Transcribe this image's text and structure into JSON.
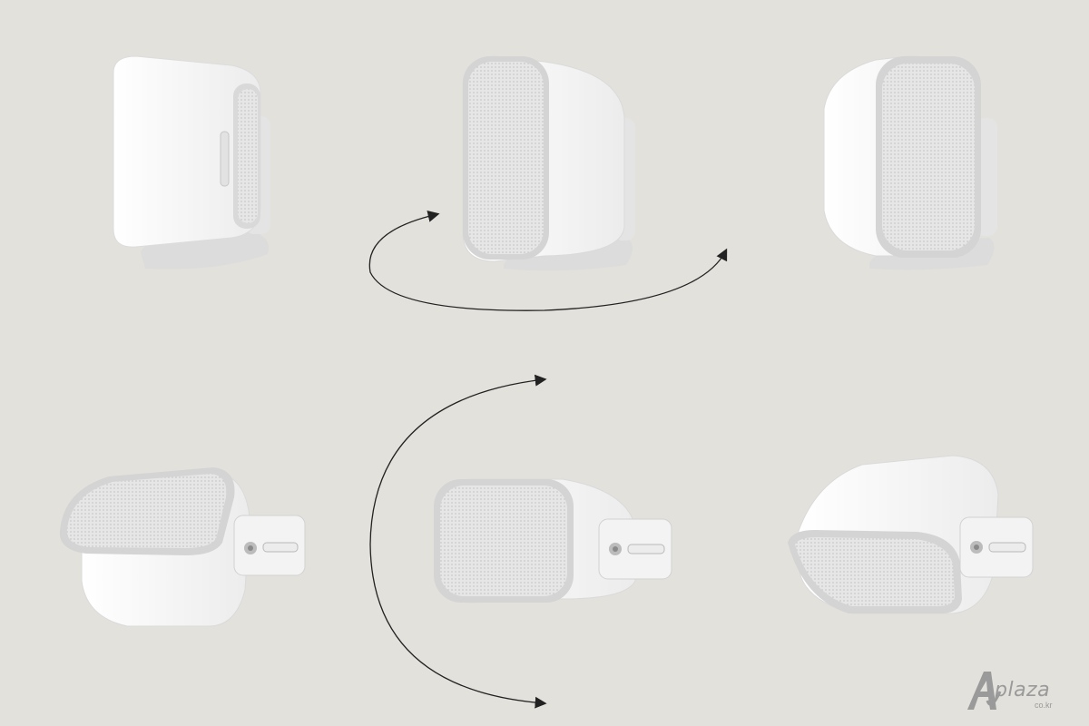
{
  "image": {
    "background_color": "#e3e1dc",
    "speaker_body_color": "#f7f7f7",
    "speaker_grille_color": "#dedede",
    "arrow_color": "#222222"
  },
  "speakers": [
    {
      "label": "side-view-vertical-left",
      "orientation": "vertical",
      "view": "side"
    },
    {
      "label": "front-view-vertical-center",
      "orientation": "vertical",
      "view": "front"
    },
    {
      "label": "angled-view-vertical-right",
      "orientation": "vertical",
      "view": "angled"
    },
    {
      "label": "horizontal-tilted-up-left",
      "orientation": "horizontal",
      "view": "tilted-up"
    },
    {
      "label": "horizontal-front-center",
      "orientation": "horizontal",
      "view": "front"
    },
    {
      "label": "horizontal-tilted-down-right",
      "orientation": "horizontal",
      "view": "tilted-down"
    }
  ],
  "arrows": [
    {
      "label": "horizontal-rotation-arrow",
      "direction": "clockwise"
    },
    {
      "label": "vertical-rotation-arrow",
      "direction": "down"
    }
  ],
  "watermark": {
    "brand": "plaza",
    "domain": "co.kr",
    "icon": "av-logo-icon"
  }
}
